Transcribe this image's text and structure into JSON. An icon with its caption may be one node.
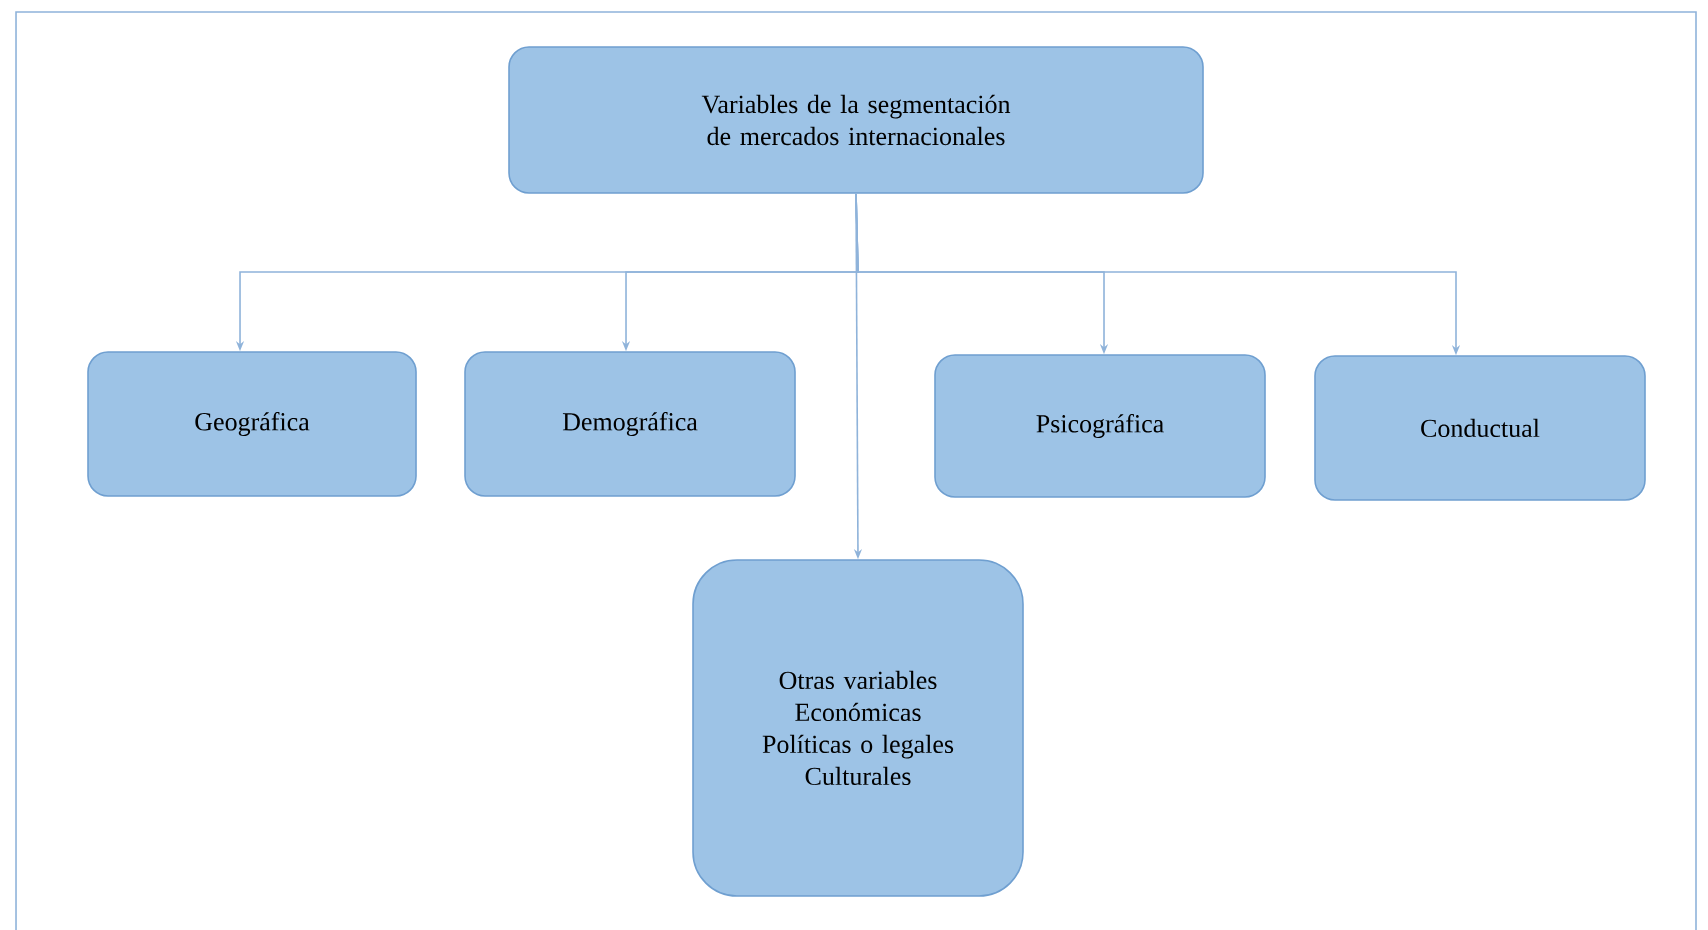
{
  "diagram": {
    "nodes": [
      {
        "text": [
          "Variables de la segmentación de mercados internacionales"
        ]
      },
      {
        "text": [
          "Geográfica"
        ]
      },
      {
        "text": [
          "Demográfica"
        ]
      },
      {
        "text": [
          "Psicográfica"
        ]
      },
      {
        "text": [
          "Conductual"
        ]
      },
      {
        "text": [
          "Otras variables",
          "Económicas",
          "Políticas o legales",
          "Culturales"
        ]
      }
    ],
    "edges": [
      {
        "from": 0,
        "to": 1,
        "arrow": "to"
      },
      {
        "from": 0,
        "to": 2,
        "arrow": "to"
      },
      {
        "from": 0,
        "to": 3,
        "arrow": "to"
      },
      {
        "from": 0,
        "to": 4,
        "arrow": "to"
      },
      {
        "from": 0,
        "to": 5,
        "arrow": "to"
      }
    ]
  }
}
